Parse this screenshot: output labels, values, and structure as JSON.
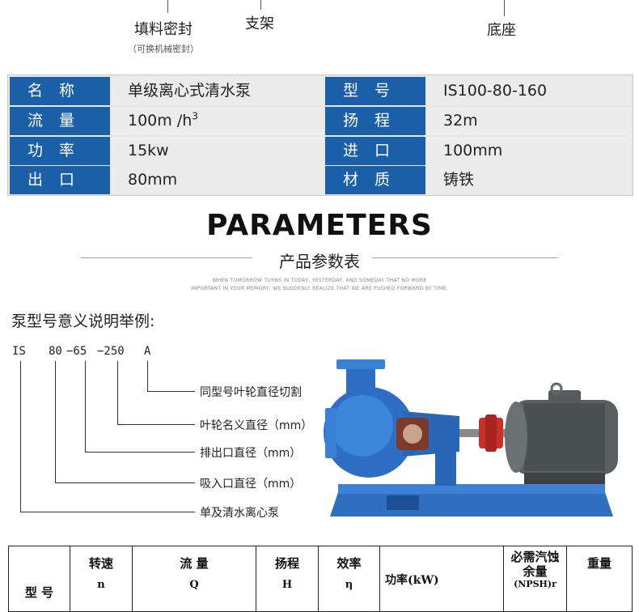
{
  "top_labels": {
    "packing": "填料密封",
    "packing_note": "（可换机械密封）",
    "bracket": "支架",
    "base": "底座"
  },
  "spec_table": {
    "rows": [
      {
        "h1": "名称",
        "v1": "单级离心式清水泵",
        "h2": "型号",
        "v2": "IS100-80-160"
      },
      {
        "h1": "流量",
        "v1": "100m /h",
        "v1_sup": "3",
        "h2": "扬程",
        "v2": "32m"
      },
      {
        "h1": "功率",
        "v1": "15kw",
        "h2": "进口",
        "v2": "100mm"
      },
      {
        "h1": "出口",
        "v1": "80mm",
        "h2": "材质",
        "v2": "铸铁"
      }
    ],
    "colors": {
      "header_bg": "#1a5fa8",
      "value_bg": "#ececec"
    }
  },
  "parameters": {
    "title": "PARAMETERS",
    "subtitle": "产品参数表",
    "tagline_1": "WHEN TOMORROW TURNS IN TODAY, YESTERDAY, AND SOMEDAY THAT NO MORE",
    "tagline_2": "IMPORTANT IN YOUR MEMORY, WE SUDDENLY REALIZE THAT WE ARE PUSHED FORWARD BY TIME."
  },
  "model_explain": {
    "title": "泵型号意义说明举例:",
    "codes": [
      "IS",
      "80",
      "−65",
      "−250",
      "A"
    ],
    "descriptions": [
      "同型号叶轮直径切割",
      "叶轮名义直径（mm）",
      "排出口直径（mm）",
      "吸入口直径（mm）",
      "单及清水离心泵"
    ]
  },
  "bottom_table": {
    "headers": [
      {
        "top": "型 号",
        "mid": "",
        "bot": ""
      },
      {
        "top": "转速",
        "mid": "n",
        "bot": ""
      },
      {
        "top": "流 量",
        "mid": "Q",
        "bot": ""
      },
      {
        "top": "扬程",
        "mid": "H",
        "bot": ""
      },
      {
        "top": "效率",
        "mid": "η",
        "bot": ""
      },
      {
        "top": "功率(kW)",
        "mid": "",
        "bot": ""
      },
      {
        "top": "必需汽蚀",
        "mid": "余量",
        "bot": "(NPSH)r"
      },
      {
        "top": "重量",
        "mid": "",
        "bot": ""
      }
    ]
  }
}
